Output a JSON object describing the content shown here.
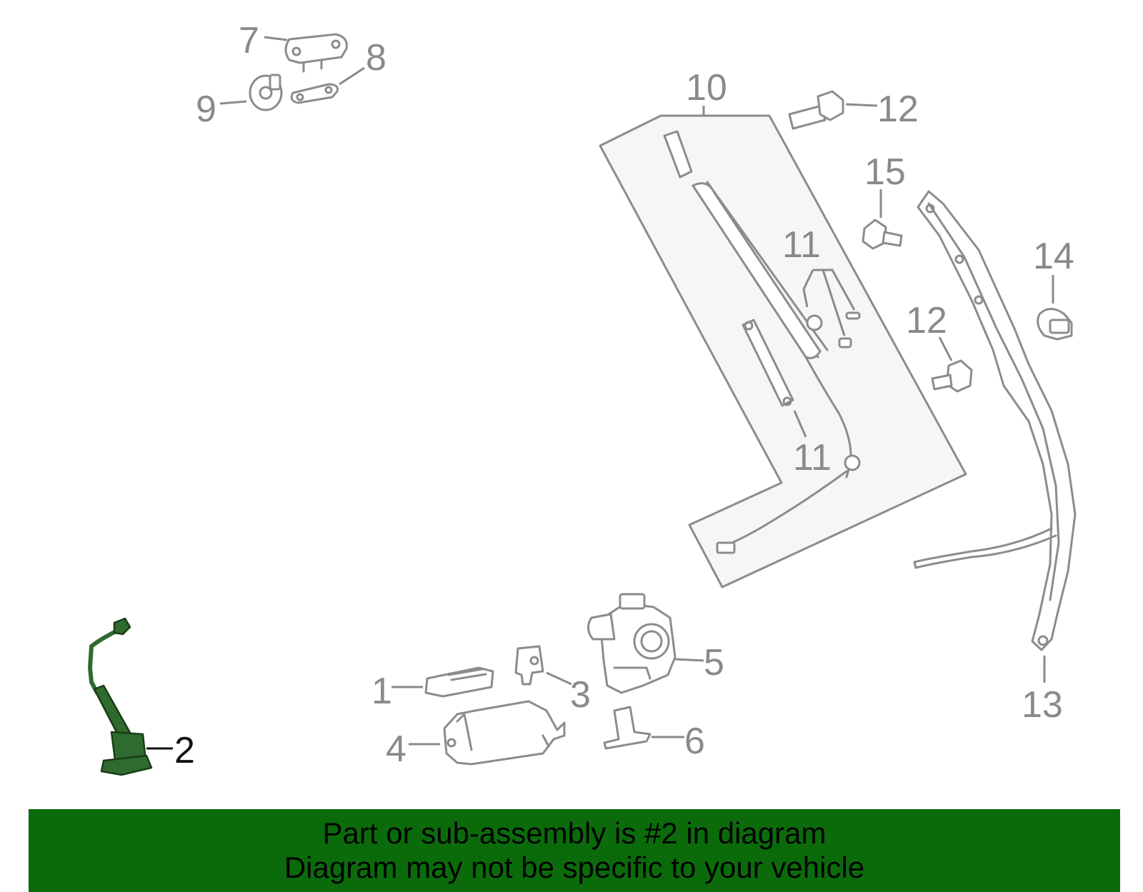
{
  "colors": {
    "highlight": "#2f6b2f",
    "banner": "#0b6b0b",
    "line": "#8c8c8c"
  },
  "callouts": {
    "c1": "1",
    "c2": "2",
    "c3": "3",
    "c4": "4",
    "c5": "5",
    "c6": "6",
    "c7": "7",
    "c8": "8",
    "c9": "9",
    "c10": "10",
    "c11a": "11",
    "c11b": "11",
    "c12a": "12",
    "c12b": "12",
    "c13": "13",
    "c14": "14",
    "c15": "15"
  },
  "highlighted_part": "2",
  "footer": {
    "line1": "Part or sub-assembly is #2 in diagram",
    "line2": "Diagram may not be specific to your vehicle"
  }
}
